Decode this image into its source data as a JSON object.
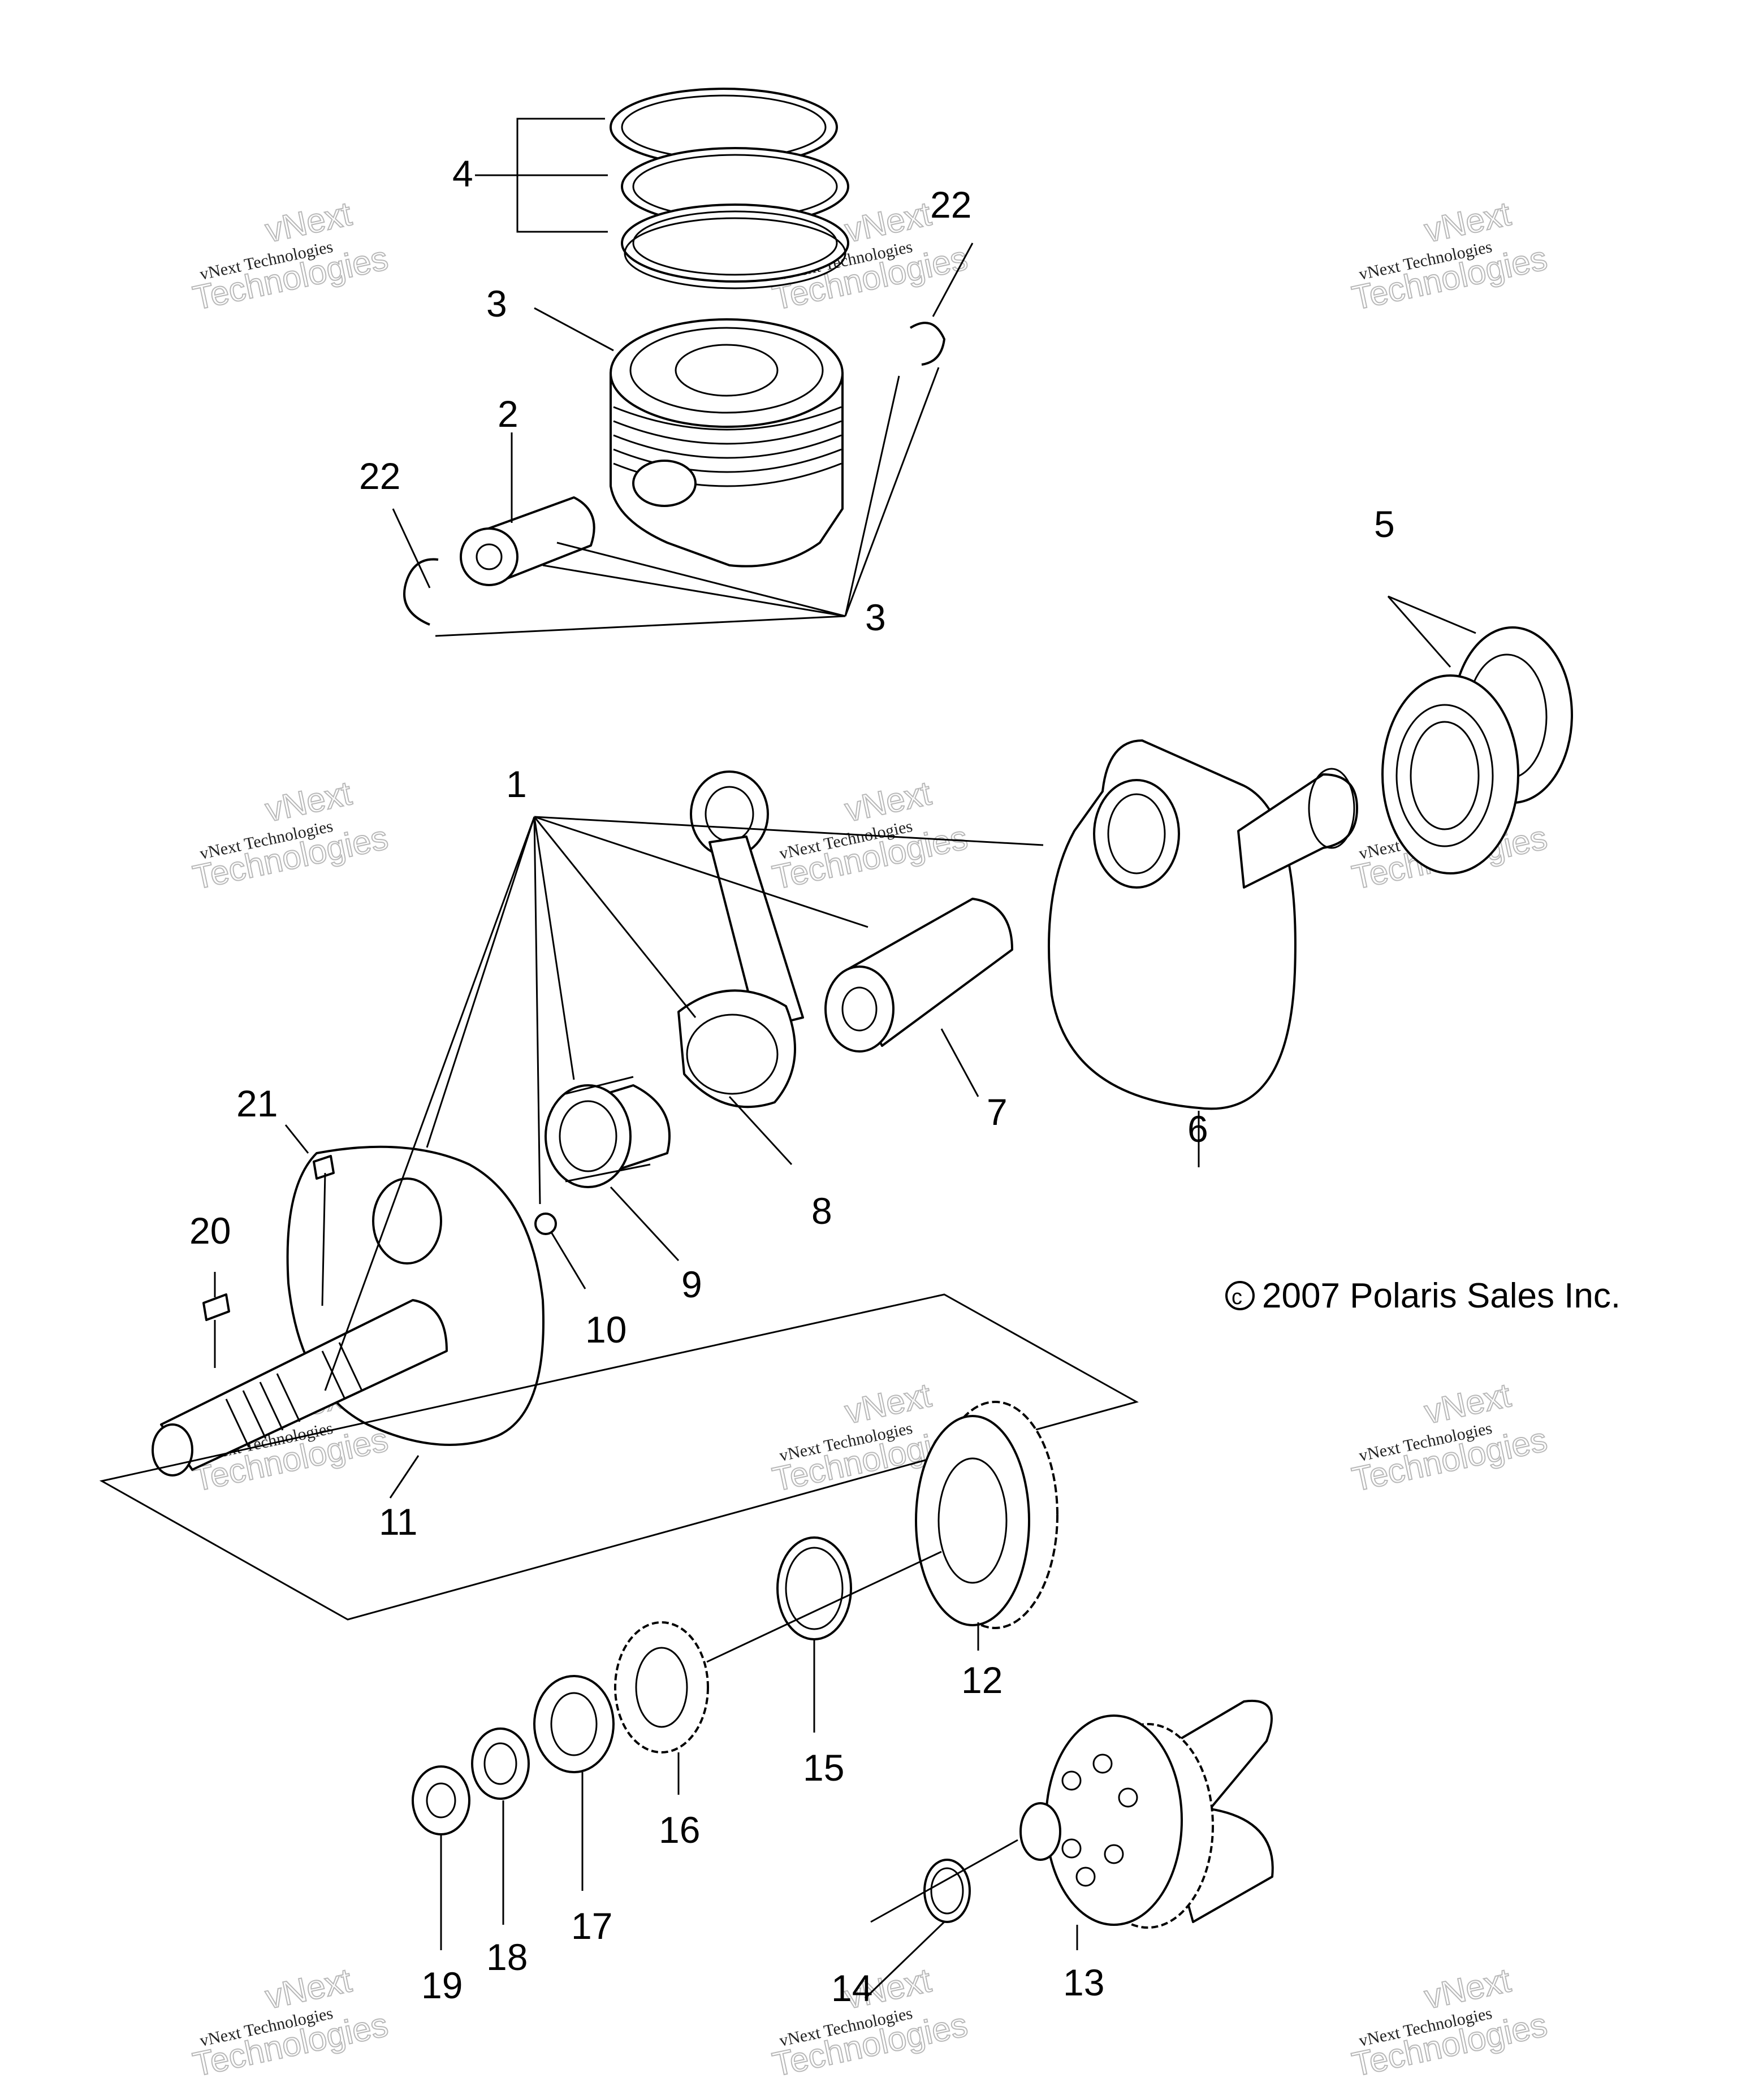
{
  "copyright": "2007 Polaris Sales Inc.",
  "copyright_symbol": "c",
  "watermark": {
    "line1": "vNext Technologies",
    "line2": "Technologies",
    "line3": "vNext"
  },
  "callouts": {
    "c1": "1",
    "c2": "2",
    "c3a": "3",
    "c3b": "3",
    "c4": "4",
    "c5": "5",
    "c6": "6",
    "c7": "7",
    "c8": "8",
    "c9": "9",
    "c10": "10",
    "c11": "11",
    "c12": "12",
    "c13": "13",
    "c14": "14",
    "c15": "15",
    "c16": "16",
    "c17": "17",
    "c18": "18",
    "c19": "19",
    "c20": "20",
    "c21": "21",
    "c22a": "22",
    "c22b": "22"
  }
}
